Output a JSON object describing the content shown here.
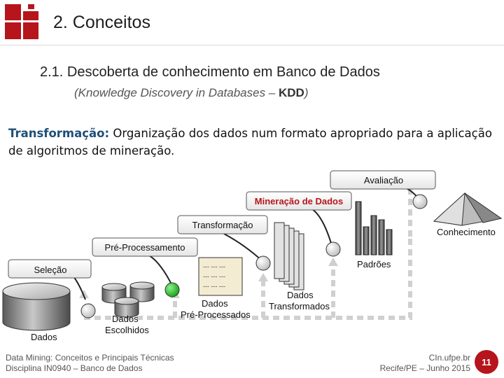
{
  "slide": {
    "title": "2. Conceitos",
    "subtitle": "2.1. Descoberta de conhecimento em Banco de Dados",
    "subtitle_en_prefix": "(Knowledge Discovery in Databases – ",
    "subtitle_en_acronym": "KDD",
    "subtitle_en_suffix": ")",
    "definition_term": "Transformação:",
    "definition_text": " Organização dos dados num formato apropriado para a aplicação de algoritmos de mineração."
  },
  "diagram": {
    "steps": {
      "selecao": "Seleção",
      "preprocessamento": "Pré-Processamento",
      "transformacao": "Transformação",
      "mineracao": "Mineração de Dados",
      "avaliacao": "Avaliação"
    },
    "labels": {
      "dados": "Dados",
      "dados_escolhidos_1": "Dados",
      "dados_escolhidos_2": "Escolhidos",
      "dados_preprocessados_1": "Dados",
      "dados_preprocessados_2": "Pré-Processados",
      "dados_transformados_1": "Dados",
      "dados_transformados_2": "Transformados",
      "padroes": "Padrões",
      "conhecimento": "Conhecimento",
      "doc_line": "--- --- ---"
    },
    "colors": {
      "highlight_text": "#b5151b",
      "active_node": "#22bb22",
      "brand_red": "#b5151b"
    }
  },
  "footer": {
    "left_line1": "Data Mining: Conceitos e Principais Técnicas",
    "left_line2": "Disciplina IN0940 – Banco de Dados",
    "right_line1": "CIn.ufpe.br",
    "right_line2": "Recife/PE – Junho 2015",
    "page_number": "11"
  }
}
